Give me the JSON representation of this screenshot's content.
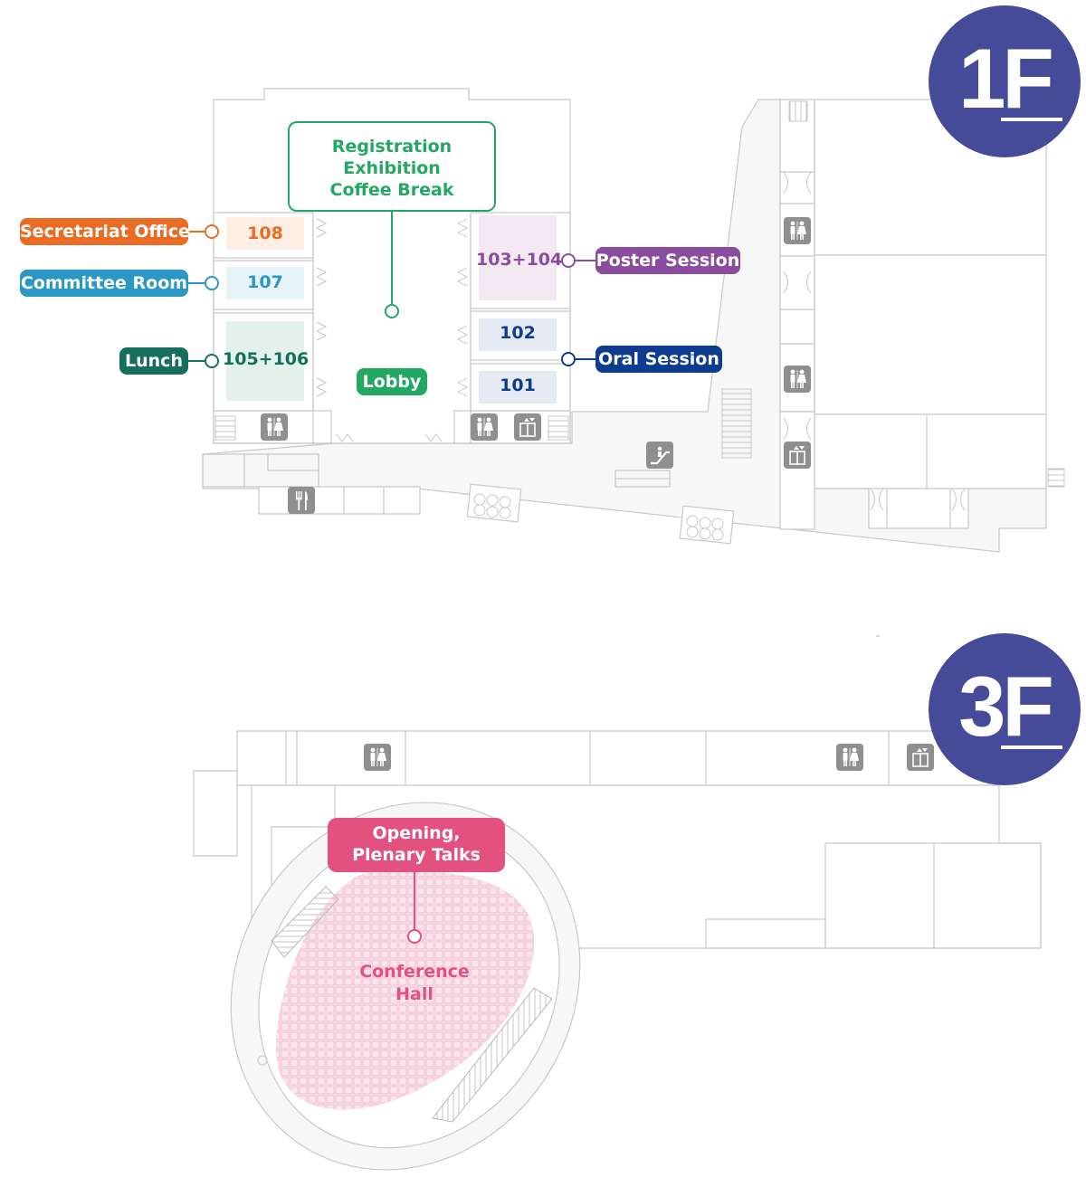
{
  "floors": {
    "first": {
      "label": "1F"
    },
    "third": {
      "label": "3F"
    }
  },
  "labels": {
    "secretariat": "Secretariat Office",
    "committee": "Committee Room",
    "lunch": "Lunch",
    "poster": "Poster Session",
    "oral": "Oral Session",
    "lobby": "Lobby"
  },
  "callouts": {
    "registration": {
      "line1": "Registration",
      "line2": "Exhibition",
      "line3": "Coffee Break"
    },
    "opening": {
      "line1": "Opening,",
      "line2": "Plenary Talks"
    }
  },
  "rooms": {
    "r108": "108",
    "r107": "107",
    "r105_106": "105+106",
    "r103_104": "103+104",
    "r102": "102",
    "r101": "101"
  },
  "hall": {
    "line1": "Conference",
    "line2": "Hall"
  },
  "icons": [
    "restroom-icon",
    "elevator-icon",
    "escalator-icon",
    "restaurant-icon"
  ],
  "colors": {
    "badge": "#464b99",
    "secretariat": "#ea6b24",
    "committee": "#2b97c4",
    "lunch": "#166f5d",
    "lobby": "#22a862",
    "poster": "#8a4d9d",
    "oral": "#0e3c8e",
    "registration": "#22a862",
    "hall": "#e2517f",
    "line": "#c8c8c8"
  }
}
